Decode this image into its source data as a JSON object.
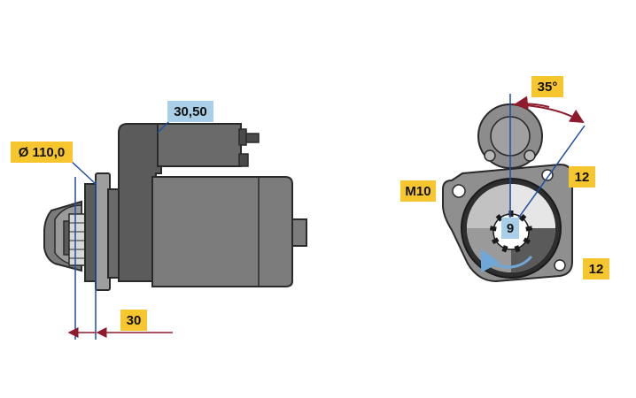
{
  "labels": {
    "length": "30,50",
    "diameter": "Ø 110,0",
    "flange_offset": "30",
    "angle": "35°",
    "thread": "M10",
    "teeth": "9",
    "hole_a": "12",
    "hole_b": "12"
  },
  "colors": {
    "yellow_tag": "#f7c62f",
    "blue_tag": "#a9cfe8",
    "dim_blue": "#1f4fa0",
    "dim_red": "#8e1b2c",
    "body_gray": "#808080",
    "dark_gray": "#4a4a4a"
  }
}
